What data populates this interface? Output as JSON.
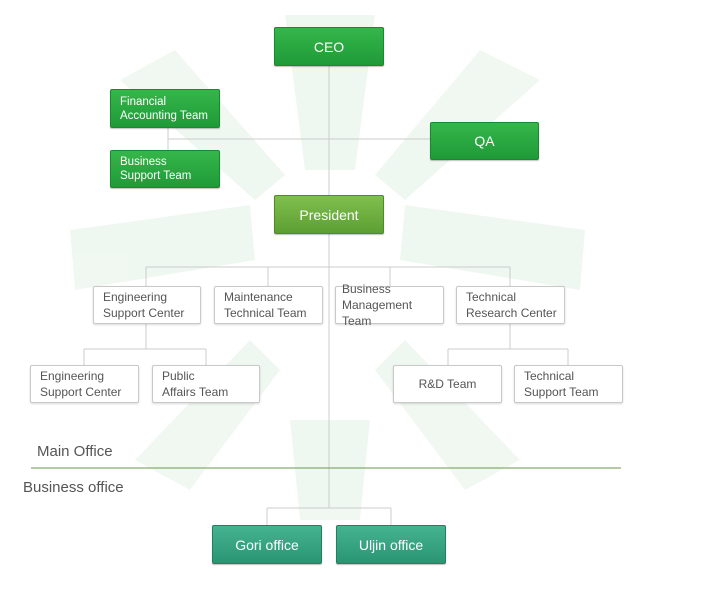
{
  "nodes": {
    "ceo": "CEO",
    "financial": "Financial\nAccounting Team",
    "business_support": "Business\nSupport Team",
    "qa": "QA",
    "president": "President",
    "eng_support_center": "Engineering\nSupport Center",
    "maintenance": "Maintenance\nTechnical Team",
    "business_mgmt": "Business\nManagement Team",
    "tech_research": "Technical\nResearch Center",
    "eng_support_center_2": "Engineering\nSupport Center",
    "public_affairs": "Public\nAffairs Team",
    "rd_team": "R&D Team",
    "tech_support": "Technical\nSupport Team",
    "gori": "Gori office",
    "uljin": "Uljin office"
  },
  "sections": {
    "main_office": "Main Office",
    "business_office": "Business office"
  },
  "colors": {
    "green": "#2aa843",
    "olive": "#6aa83f",
    "teal": "#34a282",
    "line": "#cccccc",
    "divider": "#6a9a4a",
    "watermark": "#eef7f0"
  }
}
